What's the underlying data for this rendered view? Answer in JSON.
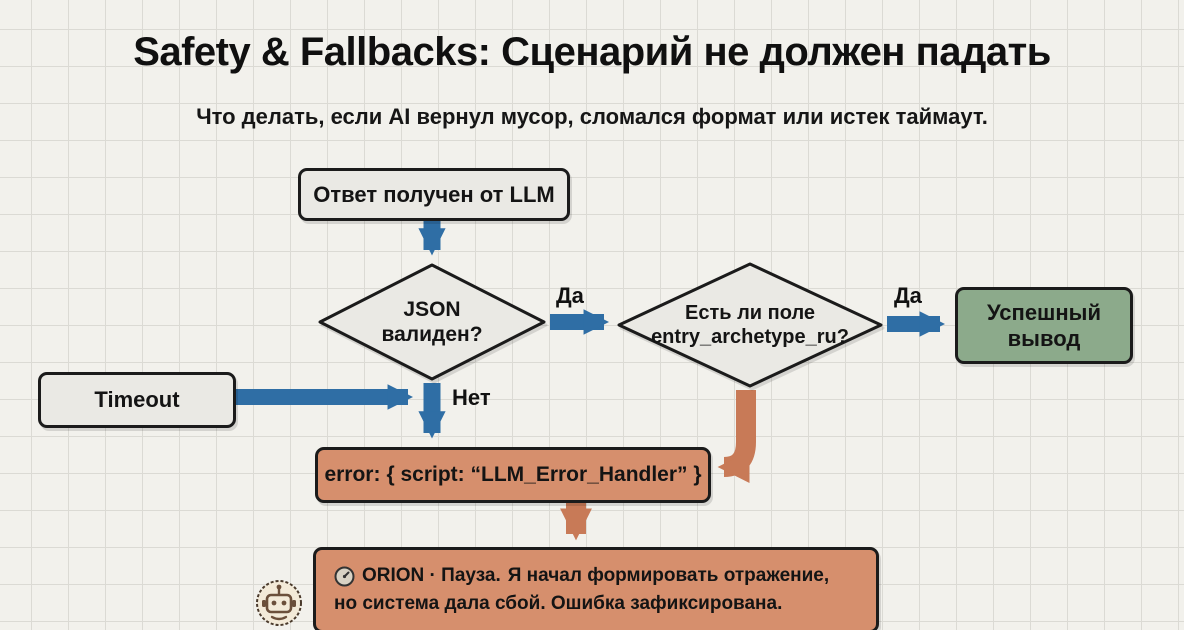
{
  "title": "Safety & Fallbacks: Сценарий не должен падать",
  "subtitle": "Что делать, если AI вернул мусор, сломался формат или истек таймаут.",
  "flow": {
    "llm_response": {
      "label": "Ответ получен от LLM"
    },
    "json_valid": {
      "line1": "JSON",
      "line2": "валиден?"
    },
    "field_check": {
      "line1": "Есть ли поле",
      "line2": "entry_archetype_ru?"
    },
    "success": {
      "line1": "Успешный",
      "line2": "вывод"
    },
    "timeout": {
      "label": "Timeout"
    },
    "error": {
      "bold": "error:",
      "code": "{ script: “LLM_Error_Handler” }"
    },
    "orion": {
      "bold": "ORION · Пауза.",
      "text1": "Я начал формировать отражение,",
      "text2": "но система дала сбой. Ошибка зафиксирована."
    }
  },
  "edge_labels": {
    "yes_json": "Да",
    "yes_field": "Да",
    "no_json": "Нет"
  },
  "icons": {
    "robot": "robot-icon",
    "compass": "compass-icon"
  },
  "colors": {
    "arrow_blue": "#2f6ea5",
    "arrow_salmon": "#c87a57",
    "node_grey": "#eae9e4",
    "node_green": "#8caa8b",
    "node_salmon": "#d68f6d",
    "border": "#1b1b1b",
    "background": "#f2f1ec"
  }
}
